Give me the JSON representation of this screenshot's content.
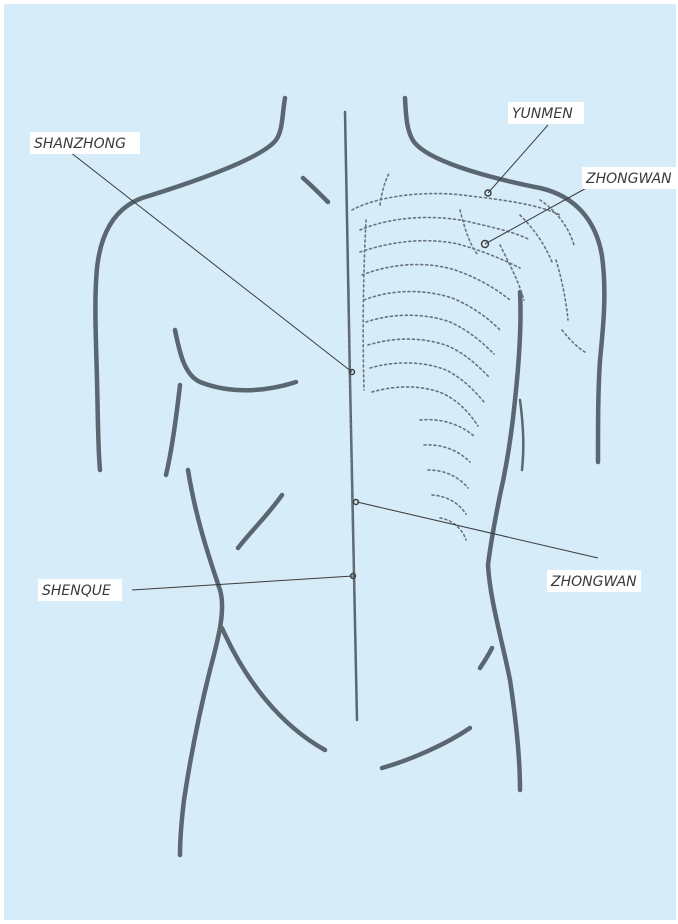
{
  "figure": {
    "background_color": "#d6ecf9",
    "line_color": "#5a6670"
  },
  "labels": {
    "yunmen": "YUNMEN",
    "zhongwan_upper": "ZHONGWAN",
    "shanzhong": "SHANZHONG",
    "shenque": "SHENQUE",
    "zhongwan_lower": "ZHONGWAN"
  }
}
